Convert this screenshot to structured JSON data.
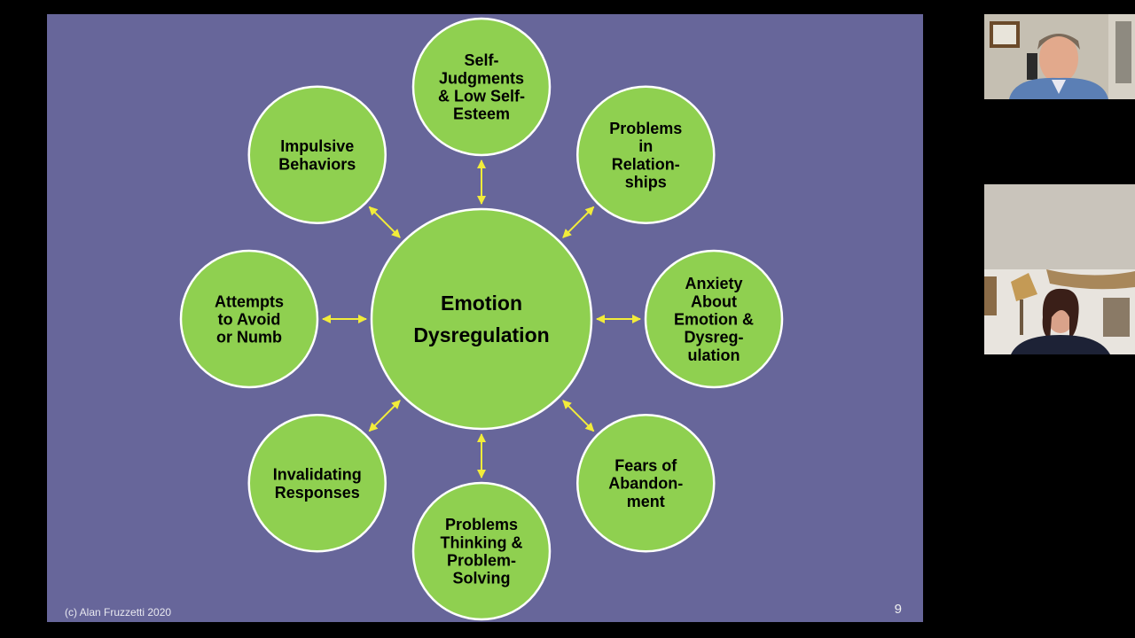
{
  "slide": {
    "center": [
      "Emotion",
      "Dysregulation"
    ],
    "nodes": [
      {
        "id": "self-judgments",
        "lines": [
          "Self-",
          "Judgments",
          "& Low Self-",
          "Esteem"
        ]
      },
      {
        "id": "problems-in-relationships",
        "lines": [
          "Problems",
          "in",
          "Relation-",
          "ships"
        ]
      },
      {
        "id": "anxiety-about-emotion",
        "lines": [
          "Anxiety",
          "About",
          "Emotion &",
          "Dysreg-",
          "ulation"
        ]
      },
      {
        "id": "fears-of-abandonment",
        "lines": [
          "Fears of",
          "Abandon-",
          "ment"
        ]
      },
      {
        "id": "problems-thinking",
        "lines": [
          "Problems",
          "Thinking &",
          "Problem-",
          "Solving"
        ]
      },
      {
        "id": "invalidating-responses",
        "lines": [
          "Invalidating",
          "Responses"
        ]
      },
      {
        "id": "attempts-to-avoid",
        "lines": [
          "Attempts",
          "to Avoid",
          "or Numb"
        ]
      },
      {
        "id": "impulsive-behaviors",
        "lines": [
          "Impulsive",
          "Behaviors"
        ]
      }
    ],
    "footer": "(c) Alan Fruzzetti 2020",
    "page_number": "9"
  },
  "colors": {
    "slide_bg": "#67669a",
    "bubble_fill": "#8fd050",
    "bubble_stroke": "#ffffff",
    "arrow": "#f2ec3a"
  },
  "participants": [
    {
      "icon": "participant-video-man"
    },
    {
      "icon": "participant-video-woman"
    }
  ]
}
